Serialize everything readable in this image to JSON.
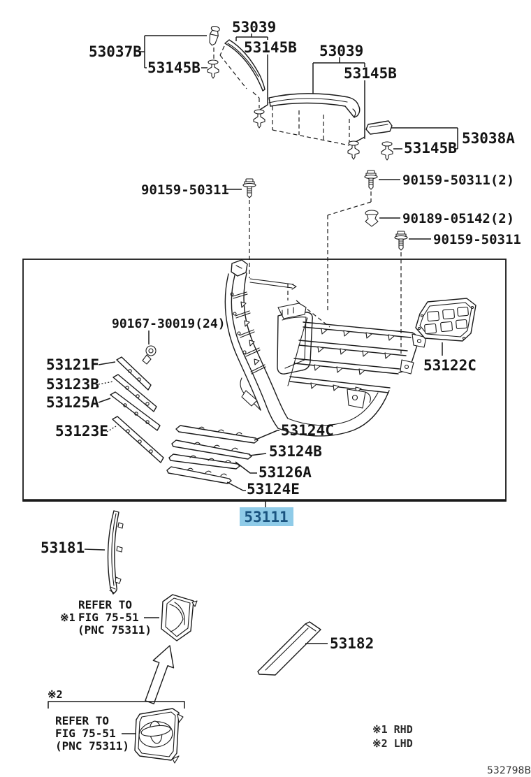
{
  "diagram_code": "532798B",
  "selected_part": "53111",
  "highlight": {
    "bg_color": "#8FCBE8",
    "text_color": "#1A5480"
  },
  "parts": {
    "p53037B": "53037B",
    "p53039": "53039",
    "p53145B": "53145B",
    "p53038A": "53038A",
    "p90159_50311": "90159-50311",
    "p90159_50311_x2": "90159-50311(2)",
    "p90189_05142_x2": "90189-05142(2)",
    "p90167_30019_x24": "90167-30019(24)",
    "p53121F": "53121F",
    "p53123B": "53123B",
    "p53125A": "53125A",
    "p53123E": "53123E",
    "p53122C": "53122C",
    "p53124C": "53124C",
    "p53124B": "53124B",
    "p53126A": "53126A",
    "p53124E": "53124E",
    "p53111": "53111",
    "p53181": "53181",
    "p53182": "53182"
  },
  "refer_note_1": {
    "marker": "※1",
    "line1": "REFER TO",
    "line2": "FIG 75-51",
    "line3": "(PNC 75311)"
  },
  "refer_note_2": {
    "marker": "※2",
    "line1": "REFER TO",
    "line2": "FIG 75-51",
    "line3": "(PNC 75311)"
  },
  "legend": {
    "rhd": "※1 RHD",
    "lhd": "※2 LHD"
  }
}
